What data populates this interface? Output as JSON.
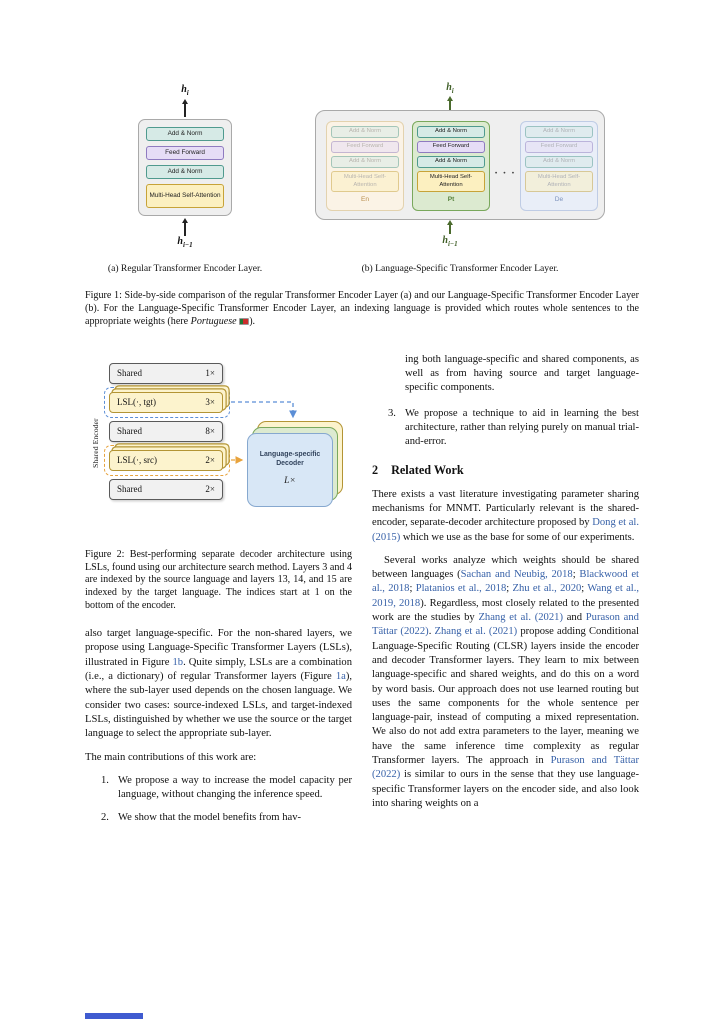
{
  "colors": {
    "citation": "#3761a8",
    "box_bg": "#efefef",
    "box_border": "#a9a9a9",
    "addnorm_bg": "#d6eae6",
    "addnorm_border": "#4f9a8e",
    "ff_bg": "#e6ddf6",
    "ff_border": "#8f7bc0",
    "mhsa_bg": "#fcf0c0",
    "mhsa_border": "#c7a338",
    "en_bg": "#fbf3e6",
    "en_border": "#e3d2ae",
    "pt_bg": "#dcead0",
    "pt_border": "#79a85c",
    "de_bg": "#e9eef8",
    "de_border": "#bfcce5",
    "shared_bg": "#f1f1f1",
    "lsl_bg": "#fcf3cd",
    "lsl_border": "#b39434",
    "dec_front_bg": "#d8e7f6",
    "dec_front_border": "#86a8cf",
    "dec_mid_bg": "#dcead0",
    "dec_mid_border": "#79a85c",
    "dec_back_bg": "#fcf3cd",
    "dec_back_border": "#b39434",
    "dash_blue": "#5b8ed6",
    "dash_orange": "#e8a33d"
  },
  "figure1": {
    "h_base": "h",
    "sub_i": "i",
    "sub_i_minus_1": "i−1",
    "dots": "· · ·",
    "sub_a": {
      "caption": "(a) Regular Transformer Encoder Layer.",
      "blocks": [
        "Add & Norm",
        "Feed Forward",
        "Add & Norm",
        "Multi-Head Self-Attention"
      ]
    },
    "sub_b": {
      "caption": "(b) Language-Specific Transformer Encoder Layer.",
      "columns": [
        {
          "label": "En",
          "blocks": [
            "Add & Norm",
            "Feed Forward",
            "Add & Norm",
            "Multi-Head Self-Attention"
          ]
        },
        {
          "label": "Pt",
          "blocks": [
            "Add & Norm",
            "Feed Forward",
            "Add & Norm",
            "Multi-Head Self-Attention"
          ]
        },
        {
          "label": "De",
          "blocks": [
            "Add & Norm",
            "Feed Forward",
            "Add & Norm",
            "Multi-Head Self-Attention"
          ]
        }
      ]
    },
    "caption_segments": [
      {
        "t": "Figure 1: Side-by-side comparison of the regular Transformer Encoder Layer (a) and our Language-Specific Transformer Encoder Layer (b). For the Language-Specific Transformer Encoder Layer, an indexing language is provided which routes whole sentences to the appropriate weights (here "
      },
      {
        "t": "Portuguese",
        "c": "it"
      },
      {
        "t": " "
      },
      {
        "t": "",
        "c": "flag-pt",
        "n": "portugal-flag-icon"
      },
      {
        "t": ")."
      }
    ]
  },
  "figure2": {
    "side_label": "Shared Encoder",
    "rows": [
      {
        "label": "Shared",
        "count": "1×"
      },
      {
        "label": "LSL(·, tgt)",
        "count": "3×"
      },
      {
        "label": "Shared",
        "count": "8×"
      },
      {
        "label": "LSL(·, src)",
        "count": "2×"
      },
      {
        "label": "Shared",
        "count": "2×"
      }
    ],
    "decoder": {
      "label_line1": "Language-specific",
      "label_line2": "Decoder",
      "count": "L×"
    },
    "caption": "Figure 2: Best-performing separate decoder architecture using LSLs, found using our architecture search method. Layers 3 and 4 are indexed by the source language and layers 13, 14, and 15 are indexed by the target language. The indices start at 1 on the bottom of the encoder."
  },
  "left_column": {
    "para1_segments": [
      {
        "t": "also target language-specific. For the non-shared layers, we propose using Language-Specific Transformer Layers (LSLs), illustrated in Figure "
      },
      {
        "t": "1b",
        "c": "cite",
        "n": "figure-1b-ref"
      },
      {
        "t": ". Quite simply, LSLs are a combination (i.e., a dictionary) of regular Transformer layers (Figure "
      },
      {
        "t": "1a",
        "c": "cite",
        "n": "figure-1a-ref"
      },
      {
        "t": "), where the sub-layer used depends on the chosen language. We consider two cases: source-indexed LSLs, and target-indexed LSLs, distinguished by whether we use the source or the target language to select the appropriate sub-layer."
      }
    ],
    "para2": "The main contributions of this work are:",
    "items": [
      {
        "marker": "1.",
        "text": "We propose a way to increase the model capacity per language, without changing the inference speed."
      },
      {
        "marker": "2.",
        "text": "We show that the model benefits from hav-"
      }
    ]
  },
  "right_column": {
    "item2_continuation": "ing both language-specific and shared components, as well as from having source and target language-specific components.",
    "item3": {
      "marker": "3.",
      "text": "We propose a technique to aid in learning the best architecture, rather than relying purely on manual trial-and-error."
    },
    "section": {
      "number": "2",
      "title": "Related Work"
    },
    "para1_segments": [
      {
        "t": "There exists a vast literature investigating parameter sharing mechanisms for MNMT. Particularly relevant is the shared-encoder, separate-decoder architecture proposed by "
      },
      {
        "t": "Dong et al. (2015)",
        "c": "cite"
      },
      {
        "t": " which we use as the base for some of our experiments."
      }
    ],
    "para2_segments": [
      {
        "t": "Several works analyze which weights should be shared between languages ("
      },
      {
        "t": "Sachan and Neubig, 2018",
        "c": "cite"
      },
      {
        "t": "; "
      },
      {
        "t": "Blackwood et al., 2018",
        "c": "cite"
      },
      {
        "t": "; "
      },
      {
        "t": "Platanios et al., 2018",
        "c": "cite"
      },
      {
        "t": "; "
      },
      {
        "t": "Zhu et al., 2020",
        "c": "cite"
      },
      {
        "t": "; "
      },
      {
        "t": "Wang et al., 2019, 2018",
        "c": "cite"
      },
      {
        "t": "). Regardless, most closely related to the presented work are the studies by "
      },
      {
        "t": "Zhang et al. (2021)",
        "c": "cite"
      },
      {
        "t": " and "
      },
      {
        "t": "Purason and Tättar (2022)",
        "c": "cite"
      },
      {
        "t": ". "
      },
      {
        "t": "Zhang et al. (2021)",
        "c": "cite"
      },
      {
        "t": " propose adding Conditional Language-Specific Routing (CLSR) layers inside the encoder and decoder Transformer layers. They learn to mix between language-specific and shared weights, and do this on a word by word basis. Our approach does not use learned routing but uses the same components for the whole sentence per language-pair, instead of computing a mixed representation. We also do not add extra parameters to the layer, meaning we have the same inference time complexity as regular Transformer layers. The approach in "
      },
      {
        "t": "Purason and Tättar (2022)",
        "c": "cite"
      },
      {
        "t": " is similar to ours in the sense that they use language-specific Transformer layers on the encoder side, and also look into sharing weights on a"
      }
    ]
  }
}
